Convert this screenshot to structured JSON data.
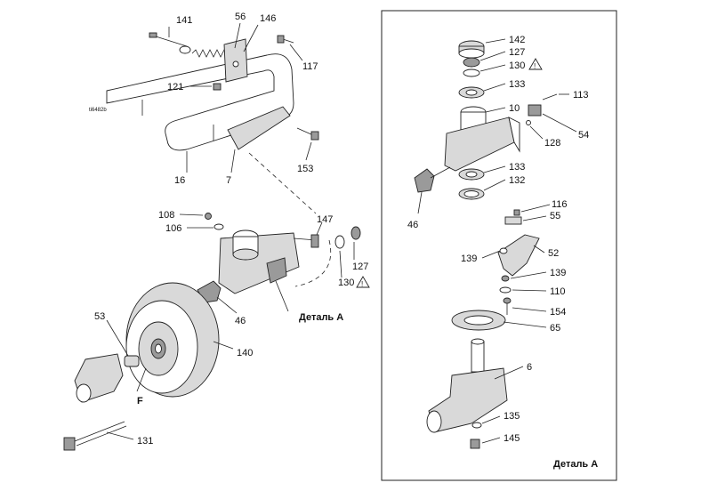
{
  "figure_ref": "ti6482b",
  "detail_caption": "Деталь A",
  "warning_symbol": "!",
  "letter_marker": "F",
  "left_callouts": {
    "c141": "141",
    "c56": "56",
    "c146": "146",
    "c117": "117",
    "c121": "121",
    "c16": "16",
    "c7": "7",
    "c153": "153",
    "c108": "108",
    "c106": "106",
    "c147": "147",
    "c127": "127",
    "c130": "130",
    "c46": "46",
    "c53": "53",
    "c140": "140",
    "c131": "131"
  },
  "right_callouts": {
    "c142": "142",
    "c127": "127",
    "c130": "130",
    "c133a": "133",
    "c113": "113",
    "c10": "10",
    "c54": "54",
    "c128": "128",
    "c133b": "133",
    "c132": "132",
    "c46": "46",
    "c116": "116",
    "c55": "55",
    "c52": "52",
    "c139a": "139",
    "c139b": "139",
    "c110": "110",
    "c154": "154",
    "c65": "65",
    "c6": "6",
    "c135": "135",
    "c145": "145"
  }
}
